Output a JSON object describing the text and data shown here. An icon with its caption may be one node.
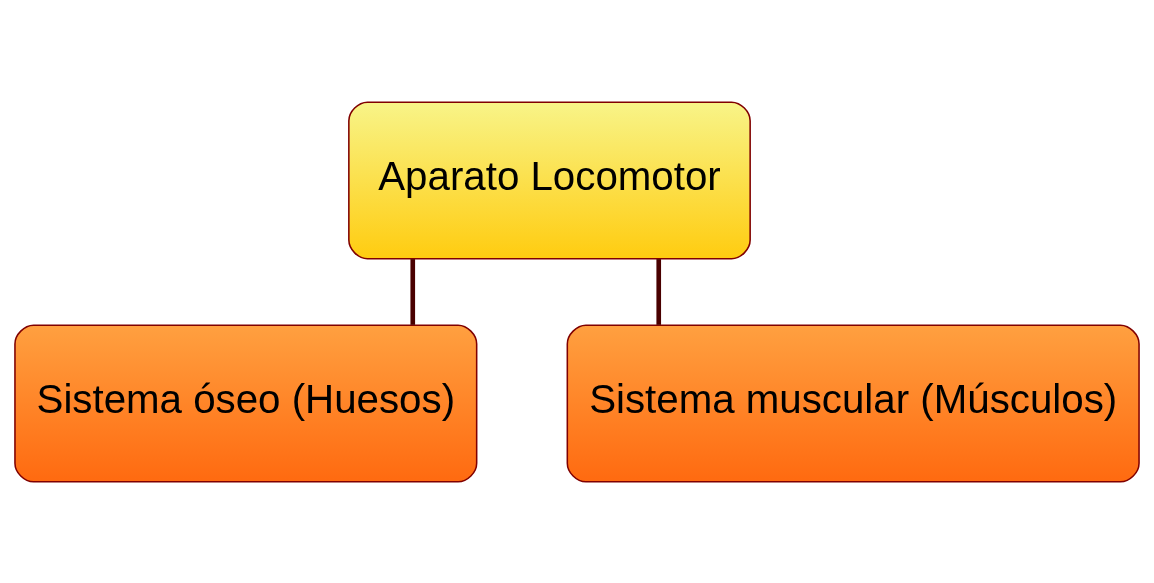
{
  "diagram": {
    "nodes": [
      {
        "text": [
          "Aparato Locomotor"
        ]
      },
      {
        "text": [
          "Sistema óseo (Huesos)"
        ]
      },
      {
        "text": [
          "Sistema muscular (Músculos)"
        ]
      }
    ],
    "edges": [
      {
        "from": 0,
        "to": 1,
        "arrow": "none"
      },
      {
        "from": 0,
        "to": 2,
        "arrow": "none"
      }
    ]
  }
}
